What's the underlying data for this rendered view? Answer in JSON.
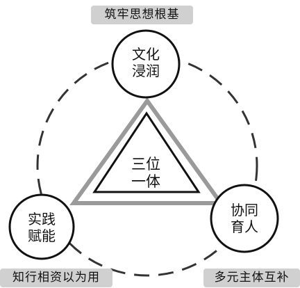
{
  "captions": {
    "top": "筑牢思想根基",
    "left": "知行相资以为用",
    "right": "多元主体互补"
  },
  "nodes": {
    "top": {
      "line1": "文化",
      "line2": "浸润"
    },
    "left": {
      "line1": "实践",
      "line2": "赋能"
    },
    "right": {
      "line1": "协同",
      "line2": "育人"
    }
  },
  "center": {
    "line1": "三位",
    "line2": "一体"
  },
  "colors": {
    "outer_ring": "#333333",
    "outer_triangle": "#9a9a9a",
    "inner_triangle": "#111111",
    "node_border": "#111111",
    "caption_fill": "#d0d0d0"
  }
}
